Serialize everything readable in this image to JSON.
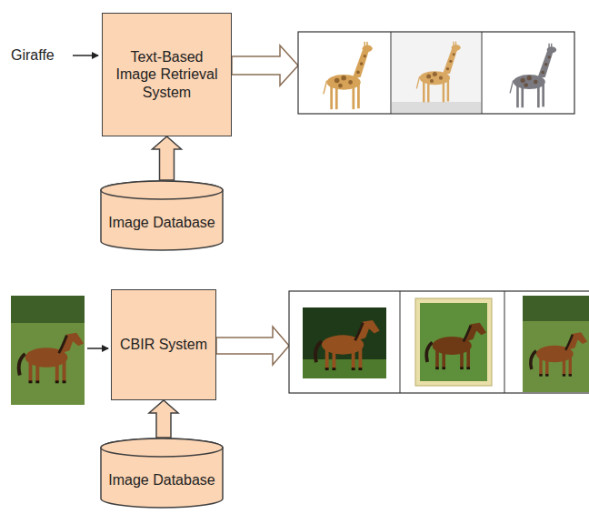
{
  "diagram": {
    "nodes": [
      {
        "text": [
          "Text-Based Image Retrieval System"
        ]
      },
      {
        "text": [
          "Image Database"
        ]
      },
      {
        "text": [
          "CBIR System"
        ]
      },
      {
        "text": [
          "Image Database"
        ]
      }
    ],
    "edges": [
      {
        "from": 1,
        "to": 0,
        "arrow": "to"
      },
      {
        "from": 3,
        "to": 2,
        "arrow": "to"
      }
    ],
    "labels": [
      "Giraffe"
    ]
  }
}
